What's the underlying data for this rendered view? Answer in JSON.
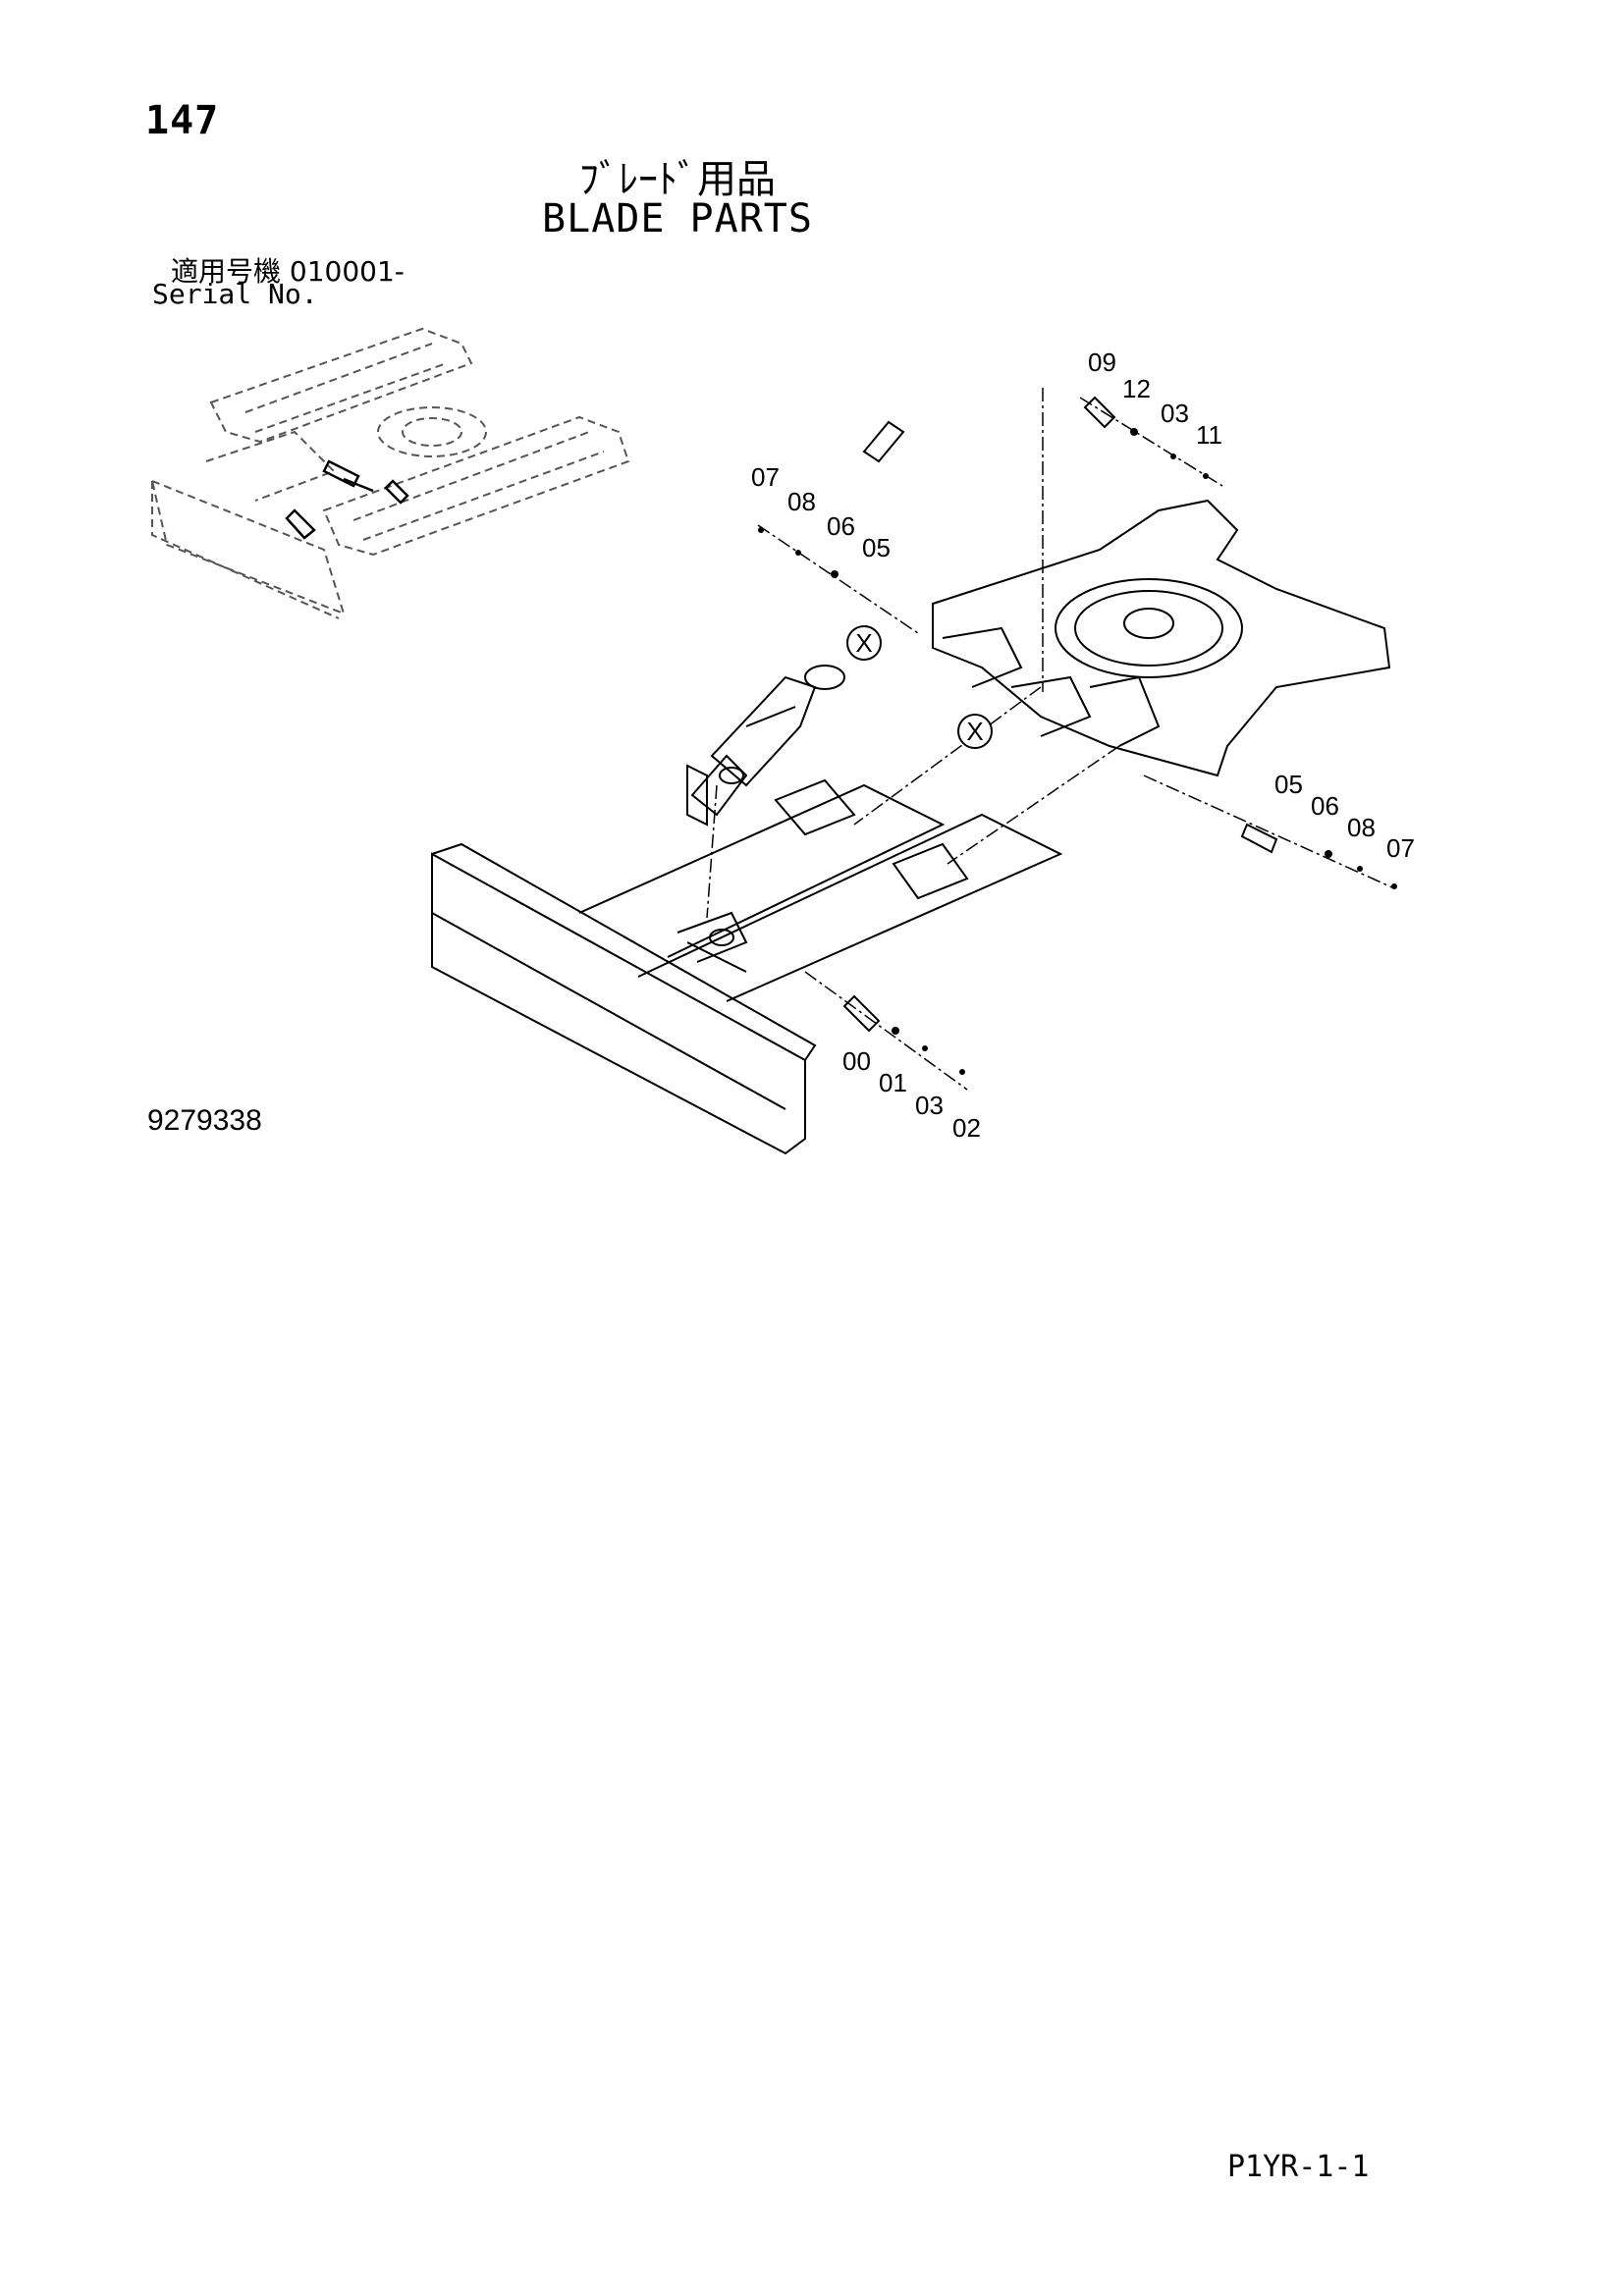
{
  "header": {
    "page_number": "147",
    "title_ja": "ﾌﾞﾚｰﾄﾞ用品",
    "title_en": "BLADE PARTS",
    "serial_ja": "適用号機  010001-",
    "serial_en": "Serial No."
  },
  "diagram": {
    "cross_markers": [
      "X",
      "X"
    ],
    "callouts_top": [
      "09",
      "12",
      "03",
      "11"
    ],
    "callouts_left": [
      "07",
      "08",
      "06",
      "05"
    ],
    "callouts_right": [
      "05",
      "06",
      "08",
      "07"
    ],
    "callouts_bottom": [
      "00",
      "01",
      "03",
      "02"
    ]
  },
  "footer": {
    "doc_number": "9279338",
    "page_code": "P1YR-1-1"
  }
}
